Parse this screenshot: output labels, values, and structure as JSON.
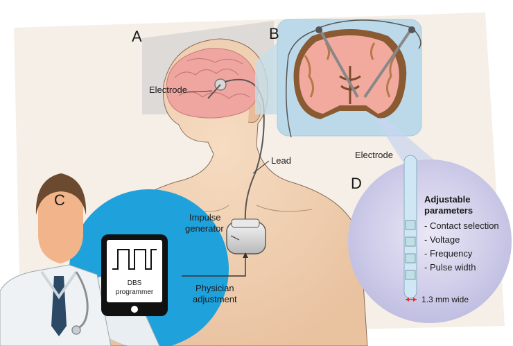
{
  "panels": {
    "a": "A",
    "b": "B",
    "c": "C",
    "d": "D"
  },
  "labels": {
    "electrode": "Electrode",
    "lead": "Lead",
    "impulse_line1": "Impulse",
    "impulse_line2": "generator",
    "electrode_zoom": "Electrode",
    "physician_line1": "Physician",
    "physician_line2": "adjustment"
  },
  "phone": {
    "line1": "DBS",
    "line2": "programmer"
  },
  "parameters": {
    "title_line1": "Adjustable",
    "title_line2": "parameters",
    "items": [
      "- Contact selection",
      "- Voltage",
      "- Frequency",
      "- Pulse width"
    ],
    "width_label": "1.3 mm wide"
  },
  "colors": {
    "background": "#f6efe7",
    "skin": "#f2d2b4",
    "brain": "#f0a6a0",
    "zoom_blue": "#bcd9ea",
    "clinician_blue": "#1fa2dc",
    "param_lilac": "#c9c7e6",
    "arrow_red": "#e0322f"
  }
}
